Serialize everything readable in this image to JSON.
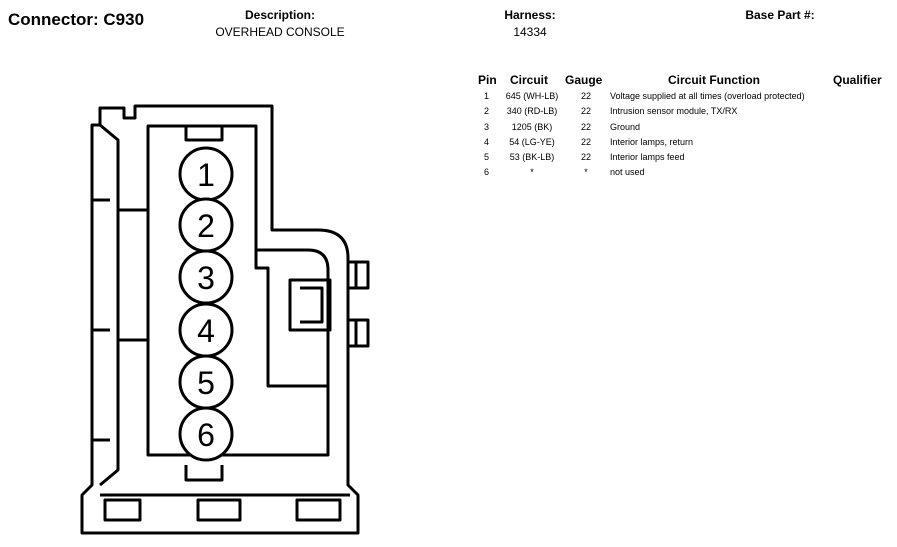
{
  "header": {
    "connector_label": "Connector: C930",
    "description_label": "Description:",
    "description_value": "OVERHEAD CONSOLE",
    "harness_label": "Harness:",
    "harness_value": "14334",
    "base_part_label": "Base Part #:"
  },
  "table": {
    "columns": {
      "pin": "Pin",
      "circuit": "Circuit",
      "gauge": "Gauge",
      "function": "Circuit Function",
      "qualifier": "Qualifier"
    },
    "rows": [
      {
        "pin": "1",
        "circuit": "645 (WH-LB)",
        "gauge": "22",
        "function": "Voltage supplied at all times (overload protected)"
      },
      {
        "pin": "2",
        "circuit": "340 (RD-LB)",
        "gauge": "22",
        "function": "Intrusion sensor module, TX/RX"
      },
      {
        "pin": "3",
        "circuit": "1205 (BK)",
        "gauge": "22",
        "function": "Ground"
      },
      {
        "pin": "4",
        "circuit": "54 (LG-YE)",
        "gauge": "22",
        "function": "Interior lamps, return"
      },
      {
        "pin": "5",
        "circuit": "53 (BK-LB)",
        "gauge": "22",
        "function": "Interior lamps feed"
      },
      {
        "pin": "6",
        "circuit": "*",
        "gauge": "*",
        "function": "not used"
      }
    ]
  },
  "diagram": {
    "pin_labels": [
      "1",
      "2",
      "3",
      "4",
      "5",
      "6"
    ]
  }
}
